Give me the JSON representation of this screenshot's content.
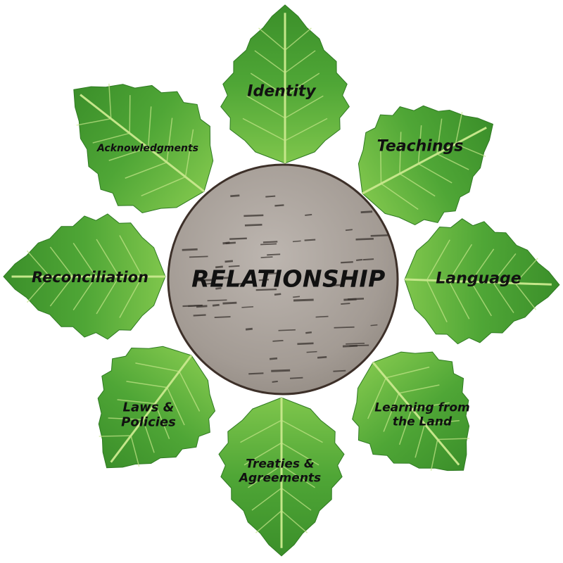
{
  "center": {
    "label": "RELATIONSHIP"
  },
  "leaves": [
    {
      "id": "identity",
      "lines": [
        "Identity"
      ]
    },
    {
      "id": "teachings",
      "lines": [
        "Teachings"
      ]
    },
    {
      "id": "language",
      "lines": [
        "Language"
      ]
    },
    {
      "id": "learning-from-the-land",
      "lines": [
        "Learning from",
        "the Land"
      ]
    },
    {
      "id": "treaties-agreements",
      "lines": [
        "Treaties &",
        "Agreements"
      ]
    },
    {
      "id": "laws-policies",
      "lines": [
        "Laws &",
        "Policies"
      ]
    },
    {
      "id": "reconciliation",
      "lines": [
        "Reconciliation"
      ]
    },
    {
      "id": "acknowledgments",
      "lines": [
        "Acknowledgments"
      ]
    }
  ],
  "colors": {
    "leaf_dark": "#3b8f2a",
    "leaf_light": "#7fc64c",
    "vein": "#c5e68a",
    "bark": "#a9a29c",
    "bark_border": "#3d3029"
  }
}
